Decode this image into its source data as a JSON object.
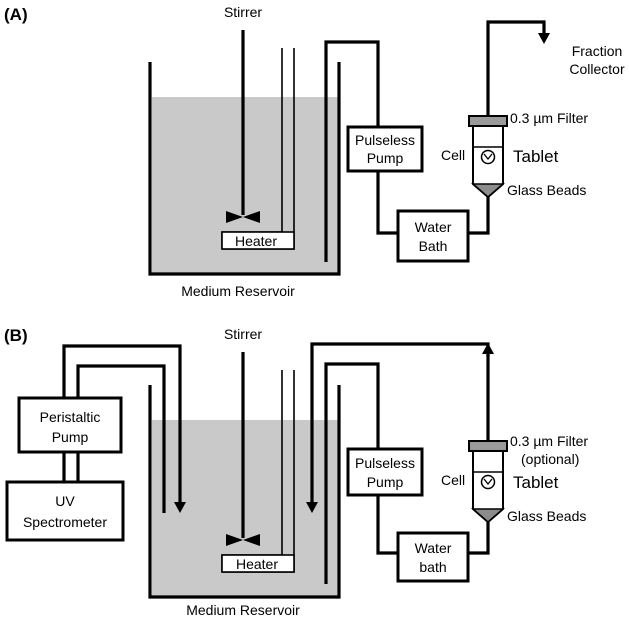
{
  "panel_a": {
    "letter": "(A)",
    "stirrer": "Stirrer",
    "heater": "Heater",
    "reservoir": "Medium Reservoir",
    "pump": [
      "Pulseless",
      "Pump"
    ],
    "bath": [
      "Water",
      "Bath"
    ],
    "filter": "0.3 µm Filter",
    "cell": "Cell",
    "tablet": "Tablet",
    "beads": "Glass Beads",
    "collector": [
      "Fraction",
      "Collector"
    ]
  },
  "panel_b": {
    "letter": "(B)",
    "stirrer": "Stirrer",
    "heater": "Heater",
    "reservoir": "Medium Reservoir",
    "peristaltic": [
      "Peristaltic",
      "Pump"
    ],
    "uv": [
      "UV",
      "Spectrometer"
    ],
    "pump": [
      "Pulseless",
      "Pump"
    ],
    "bath": [
      "Water",
      "bath"
    ],
    "filter": "0.3 µm Filter",
    "filter_note": "(optional)",
    "cell": "Cell",
    "tablet": "Tablet",
    "beads": "Glass Beads"
  },
  "colors": {
    "medium": "#c9c9c9",
    "beads": "#8c8c8c",
    "filter": "#9a9a9a",
    "line": "#000000"
  }
}
